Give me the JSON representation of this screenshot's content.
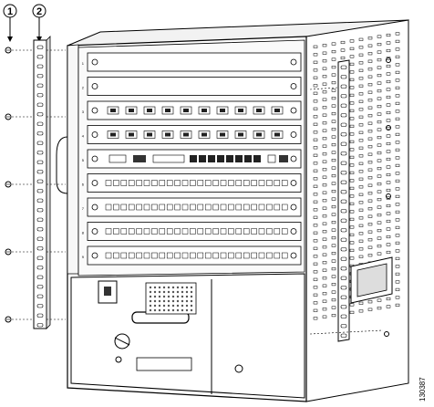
{
  "callouts": [
    {
      "number": "1",
      "target": "screw"
    },
    {
      "number": "2",
      "target": "cable-guide-bracket"
    }
  ],
  "figure_id": "130387",
  "slot_numbers": [
    "1",
    "2",
    "3",
    "4",
    "5",
    "6",
    "7",
    "8",
    "9"
  ],
  "icons": {
    "screw": "screw-icon",
    "bracket": "cable-guide-bracket-icon",
    "chassis": "chassis-icon",
    "power_supply": "power-supply-icon",
    "fan": "fan-grille-icon"
  }
}
